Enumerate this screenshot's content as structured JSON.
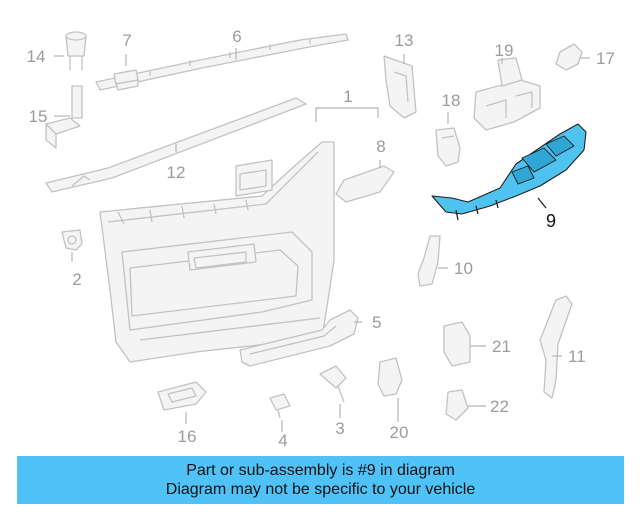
{
  "diagram": {
    "highlight_color": "#4fc3ef",
    "highlighted_part": "9",
    "callouts": {
      "c1": "1",
      "c2": "2",
      "c3": "3",
      "c4": "4",
      "c5": "5",
      "c6": "6",
      "c7": "7",
      "c8": "8",
      "c9": "9",
      "c10": "10",
      "c11": "11",
      "c12": "12",
      "c13": "13",
      "c14": "14",
      "c15": "15",
      "c16": "16",
      "c17": "17",
      "c18": "18",
      "c19": "19",
      "c20": "20",
      "c21": "21",
      "c22": "22"
    }
  },
  "banner": {
    "background": "#4fc3f7",
    "line1": "Part or sub-assembly is #9 in diagram",
    "line2": "Diagram may not be specific to your vehicle"
  }
}
